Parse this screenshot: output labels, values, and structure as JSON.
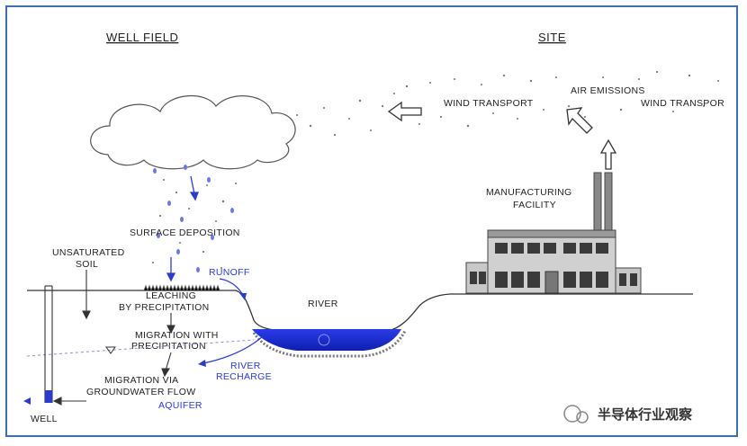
{
  "headers": {
    "well_field": "WELL FIELD",
    "site": "SITE"
  },
  "labels": {
    "wind_transport_left": "WIND TRANSPORT",
    "air_emissions": "AIR EMISSIONS",
    "wind_transport_right": "WIND TRANSPOR",
    "manufacturing_1": "MANUFACTURING",
    "manufacturing_2": "FACILITY",
    "surface_deposition": "SURFACE DEPOSITION",
    "unsaturated_1": "UNSATURATED",
    "unsaturated_2": "SOIL",
    "runoff": "RUNOFF",
    "leaching_1": "LEACHING",
    "leaching_2": "BY PRECIPITATION",
    "river": "RIVER",
    "migration_precip_1": "MIGRATION WITH",
    "migration_precip_2": "PRECIPITATION",
    "river_recharge_1": "RIVER",
    "river_recharge_2": "RECHARGE",
    "migration_gw_1": "MIGRATION VIA",
    "migration_gw_2": "GROUNDWATER FLOW",
    "aquifer": "AQUIFER",
    "well": "WELL"
  },
  "watermark": {
    "text": "半导体行业观察"
  },
  "colors": {
    "frame": "#3a6fb0",
    "water": "#1e2fd6",
    "accent_text": "#2a3cc8"
  }
}
